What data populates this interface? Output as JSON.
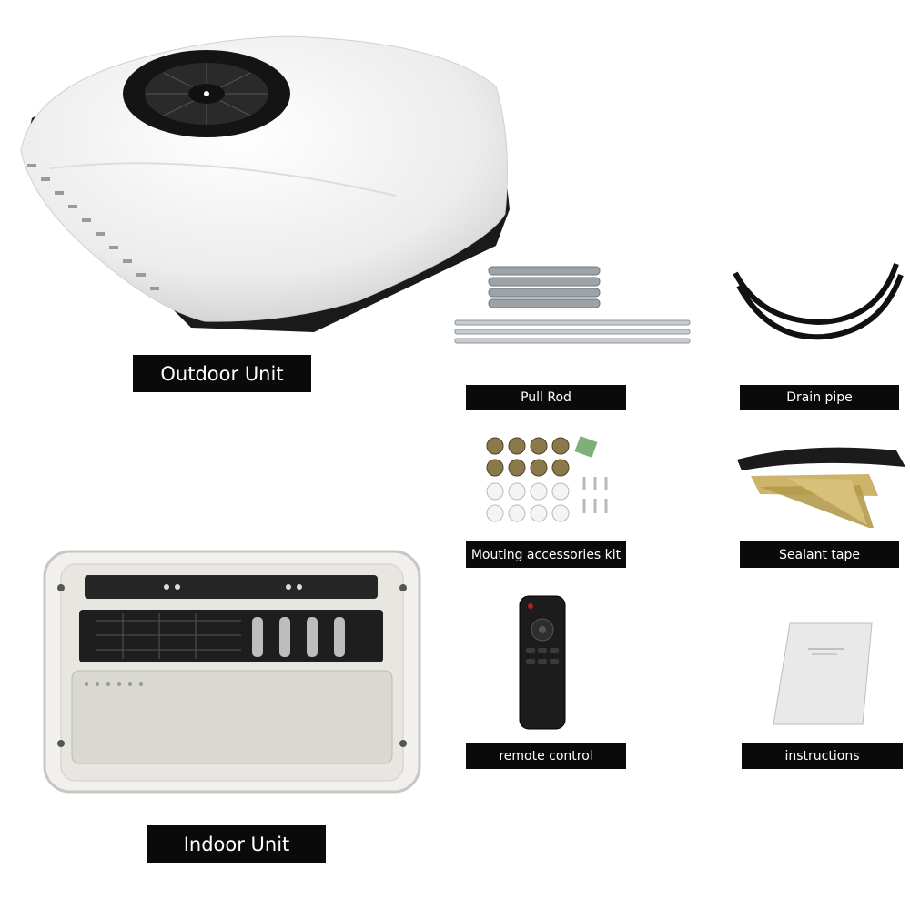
{
  "labels": {
    "outdoor_unit": "Outdoor Unit",
    "indoor_unit": "Indoor Unit",
    "pull_rod": "Pull Rod",
    "drain_pipe": "Drain pipe",
    "mounting_kit": "Mouting accessories kit",
    "sealant_tape": "Sealant tape",
    "remote_control": "remote control",
    "instructions": "instructions"
  }
}
